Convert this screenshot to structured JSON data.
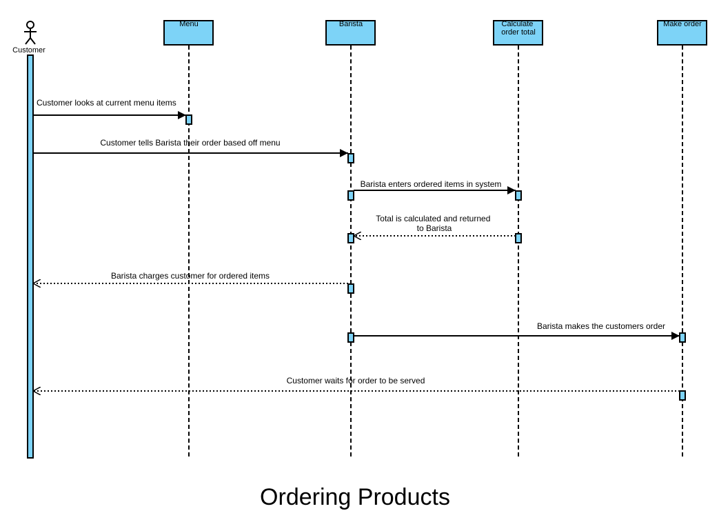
{
  "diagram": {
    "title": "Ordering Products",
    "fill_color": "#7dd3f7",
    "actor": {
      "label": "Customer"
    },
    "participants": [
      {
        "label": "Menu"
      },
      {
        "label": "Barista"
      },
      {
        "label_lines": [
          "Calculate",
          "order total"
        ]
      },
      {
        "label": "Make order"
      }
    ],
    "messages": [
      {
        "label_lines": [
          "Customer looks at current menu items"
        ],
        "from": "Customer",
        "to": "Menu",
        "style": "solid"
      },
      {
        "label_lines": [
          "Customer tells Barista their order based off menu"
        ],
        "from": "Customer",
        "to": "Barista",
        "style": "solid"
      },
      {
        "label_lines": [
          "Barista enters ordered items in system"
        ],
        "from": "Barista",
        "to": "Calculate order total",
        "style": "solid"
      },
      {
        "label_lines": [
          "Total is calculated and returned",
          "to Barista"
        ],
        "from": "Calculate order total",
        "to": "Barista",
        "style": "dotted"
      },
      {
        "label_lines": [
          "Barista charges customer for ordered items"
        ],
        "from": "Barista",
        "to": "Customer",
        "style": "dotted"
      },
      {
        "label_lines": [
          "Barista makes the customers order"
        ],
        "from": "Barista",
        "to": "Make order",
        "style": "solid"
      },
      {
        "label_lines": [
          "Customer waits for order to be served"
        ],
        "from": "Make order",
        "to": "Customer",
        "style": "dotted"
      }
    ]
  }
}
